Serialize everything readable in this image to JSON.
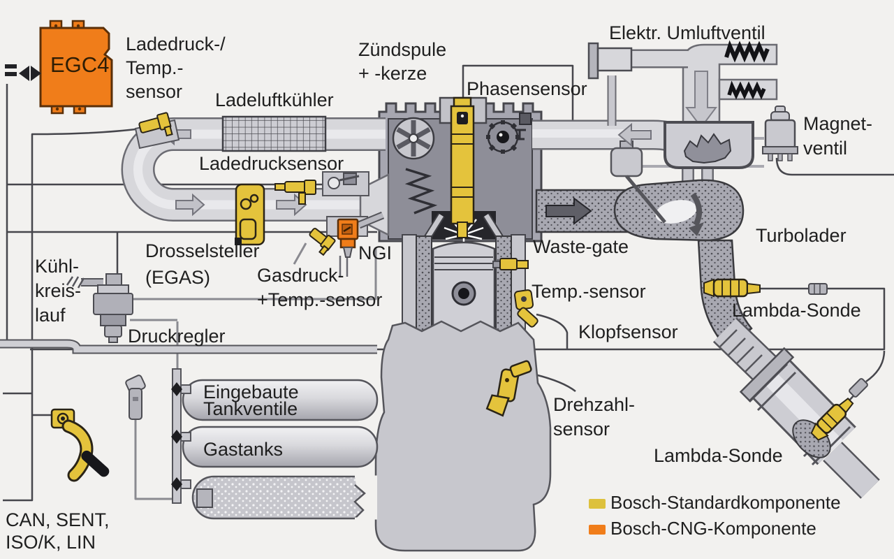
{
  "labels": {
    "egc4": "EGC4",
    "ladedruck_temp": [
      "Ladedruck-/",
      "Temp.-",
      "sensor"
    ],
    "ladeluftkuehler": "Ladeluftkühler",
    "zuendspule": [
      "Zündspule",
      "+ -kerze"
    ],
    "phasensensor": "Phasensensor",
    "elektr_umluftventil": "Elektr. Umluftventil",
    "magnetventil": [
      "Magnet-",
      "ventil"
    ],
    "ladedrucksensor": "Ladedrucksensor",
    "drosselsteller": [
      "Drosselsteller",
      "(EGAS)"
    ],
    "ngi": "NGI",
    "gasdruck_temp": [
      "Gasdruck-",
      "+Temp.-sensor"
    ],
    "kuehlkreislauf": [
      "Kühl-",
      "kreis-",
      "lauf"
    ],
    "druckregler": "Druckregler",
    "waste_gate": "Waste-gate",
    "temp_sensor": "Temp.-sensor",
    "klopfsensor": "Klopfsensor",
    "turbolader": "Turbolader",
    "lambda_sonde_upper": "Lambda-Sonde",
    "tankventile": [
      "Eingebaute",
      "Tankventile"
    ],
    "gastanks": "Gastanks",
    "drehzahlsensor": [
      "Drehzahl-",
      "sensor"
    ],
    "lambda_sonde_lower": "Lambda-Sonde",
    "bus_interfaces": [
      "CAN, SENT,",
      "ISO/K, LIN"
    ],
    "legend": {
      "standard": "Bosch-Standardkomponente",
      "cng": "Bosch-CNG-Komponente"
    }
  },
  "colors": {
    "standard_yellow": "#ddc13d",
    "cng_orange": "#f07d1a",
    "component_yellow": "#e4c33c",
    "background": "#f2f1ef",
    "pipe_gray": "#d7d7db",
    "outline_gray": "#55555b",
    "text": "#1f1f1f"
  }
}
